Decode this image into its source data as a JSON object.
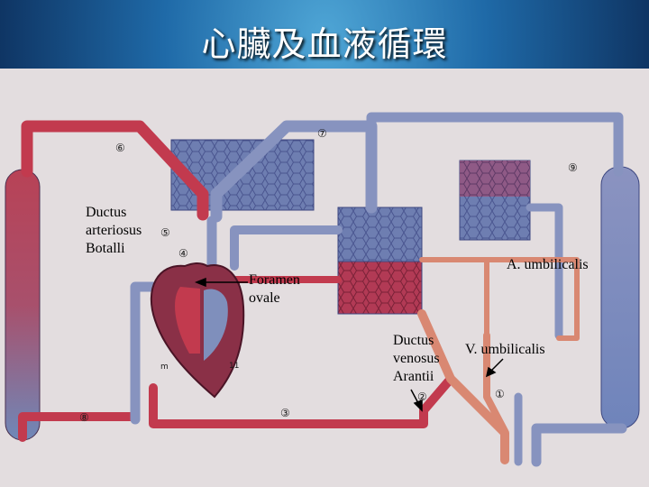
{
  "title": "心臟及血液循環",
  "labels": {
    "ductus_arteriosus": "Ductus\narteriosus\nBotalli",
    "foramen_ovale": "Foramen\novale",
    "a_umbilicalis": "A. umbilicalis",
    "ductus_venosus": "Ductus\nvenosus\nArantii",
    "v_umbilicalis": "V. umbilicalis"
  },
  "markers": [
    "①",
    "②",
    "③",
    "④",
    "⑤",
    "⑥",
    "⑦",
    "⑧",
    "⑨"
  ],
  "figure_text": [
    "11",
    "m"
  ],
  "colors": {
    "arterial": "#c23a4e",
    "venous": "#7f8fbc",
    "mixed": "#d98872",
    "tissue": "#8a3047",
    "background": "#e3dddf"
  }
}
